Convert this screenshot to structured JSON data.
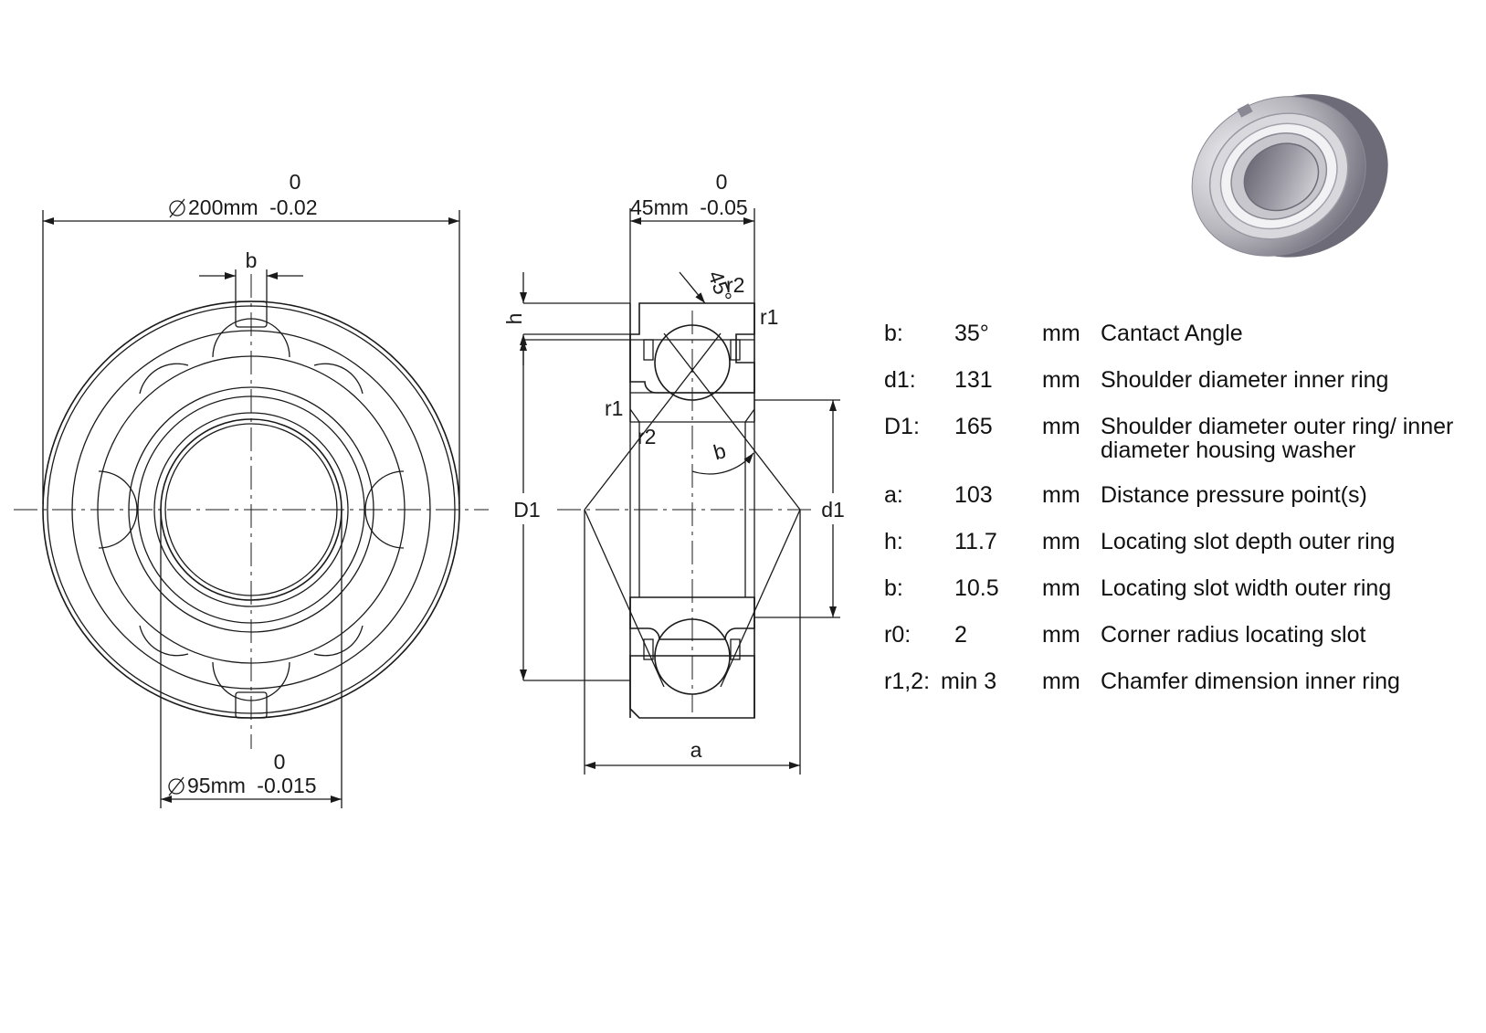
{
  "front_view": {
    "outer_diameter": {
      "tol_upper": "0",
      "value": "200mm",
      "tol_lower": "-0.02"
    },
    "bore_diameter": {
      "tol_upper": "0",
      "value": "95mm",
      "tol_lower": "-0.015"
    },
    "slot_width_label": "b"
  },
  "section_view": {
    "width": {
      "tol_upper": "0",
      "value": "45mm",
      "tol_lower": "-0.05"
    },
    "labels": {
      "h": "h",
      "angle": "45°",
      "r2_top": "r2",
      "r1_right": "r1",
      "r1_left": "r1",
      "r2_left": "r2",
      "b": "b",
      "D1": "D1",
      "d1": "d1",
      "a": "a"
    }
  },
  "specs": [
    {
      "key": "b:",
      "value": "35°",
      "unit": "mm",
      "desc": [
        "Cantact Angle"
      ]
    },
    {
      "key": "d1:",
      "value": "131",
      "unit": "mm",
      "desc": [
        "Shoulder diameter inner ring"
      ]
    },
    {
      "key": "D1:",
      "value": "165",
      "unit": "mm",
      "desc": [
        "Shoulder diameter outer ring/ inner",
        "diameter housing washer"
      ]
    },
    {
      "key": "a:",
      "value": "103",
      "unit": "mm",
      "desc": [
        "Distance pressure point(s)"
      ]
    },
    {
      "key": "h:",
      "value": "11.7",
      "unit": "mm",
      "desc": [
        "Locating slot depth outer ring"
      ]
    },
    {
      "key": "b:",
      "value": "10.5",
      "unit": "mm",
      "desc": [
        "Locating slot width outer ring"
      ]
    },
    {
      "key": "r0:",
      "value": "2",
      "unit": "mm",
      "desc": [
        "Corner radius locating slot"
      ]
    },
    {
      "key": "r1,2:",
      "value": "min 3",
      "unit": "mm",
      "desc": [
        "Chamfer dimension inner ring"
      ]
    }
  ],
  "colors": {
    "line": "#1a1a1a",
    "render_light": "#e4e4e6",
    "render_dark": "#6e6c78"
  }
}
